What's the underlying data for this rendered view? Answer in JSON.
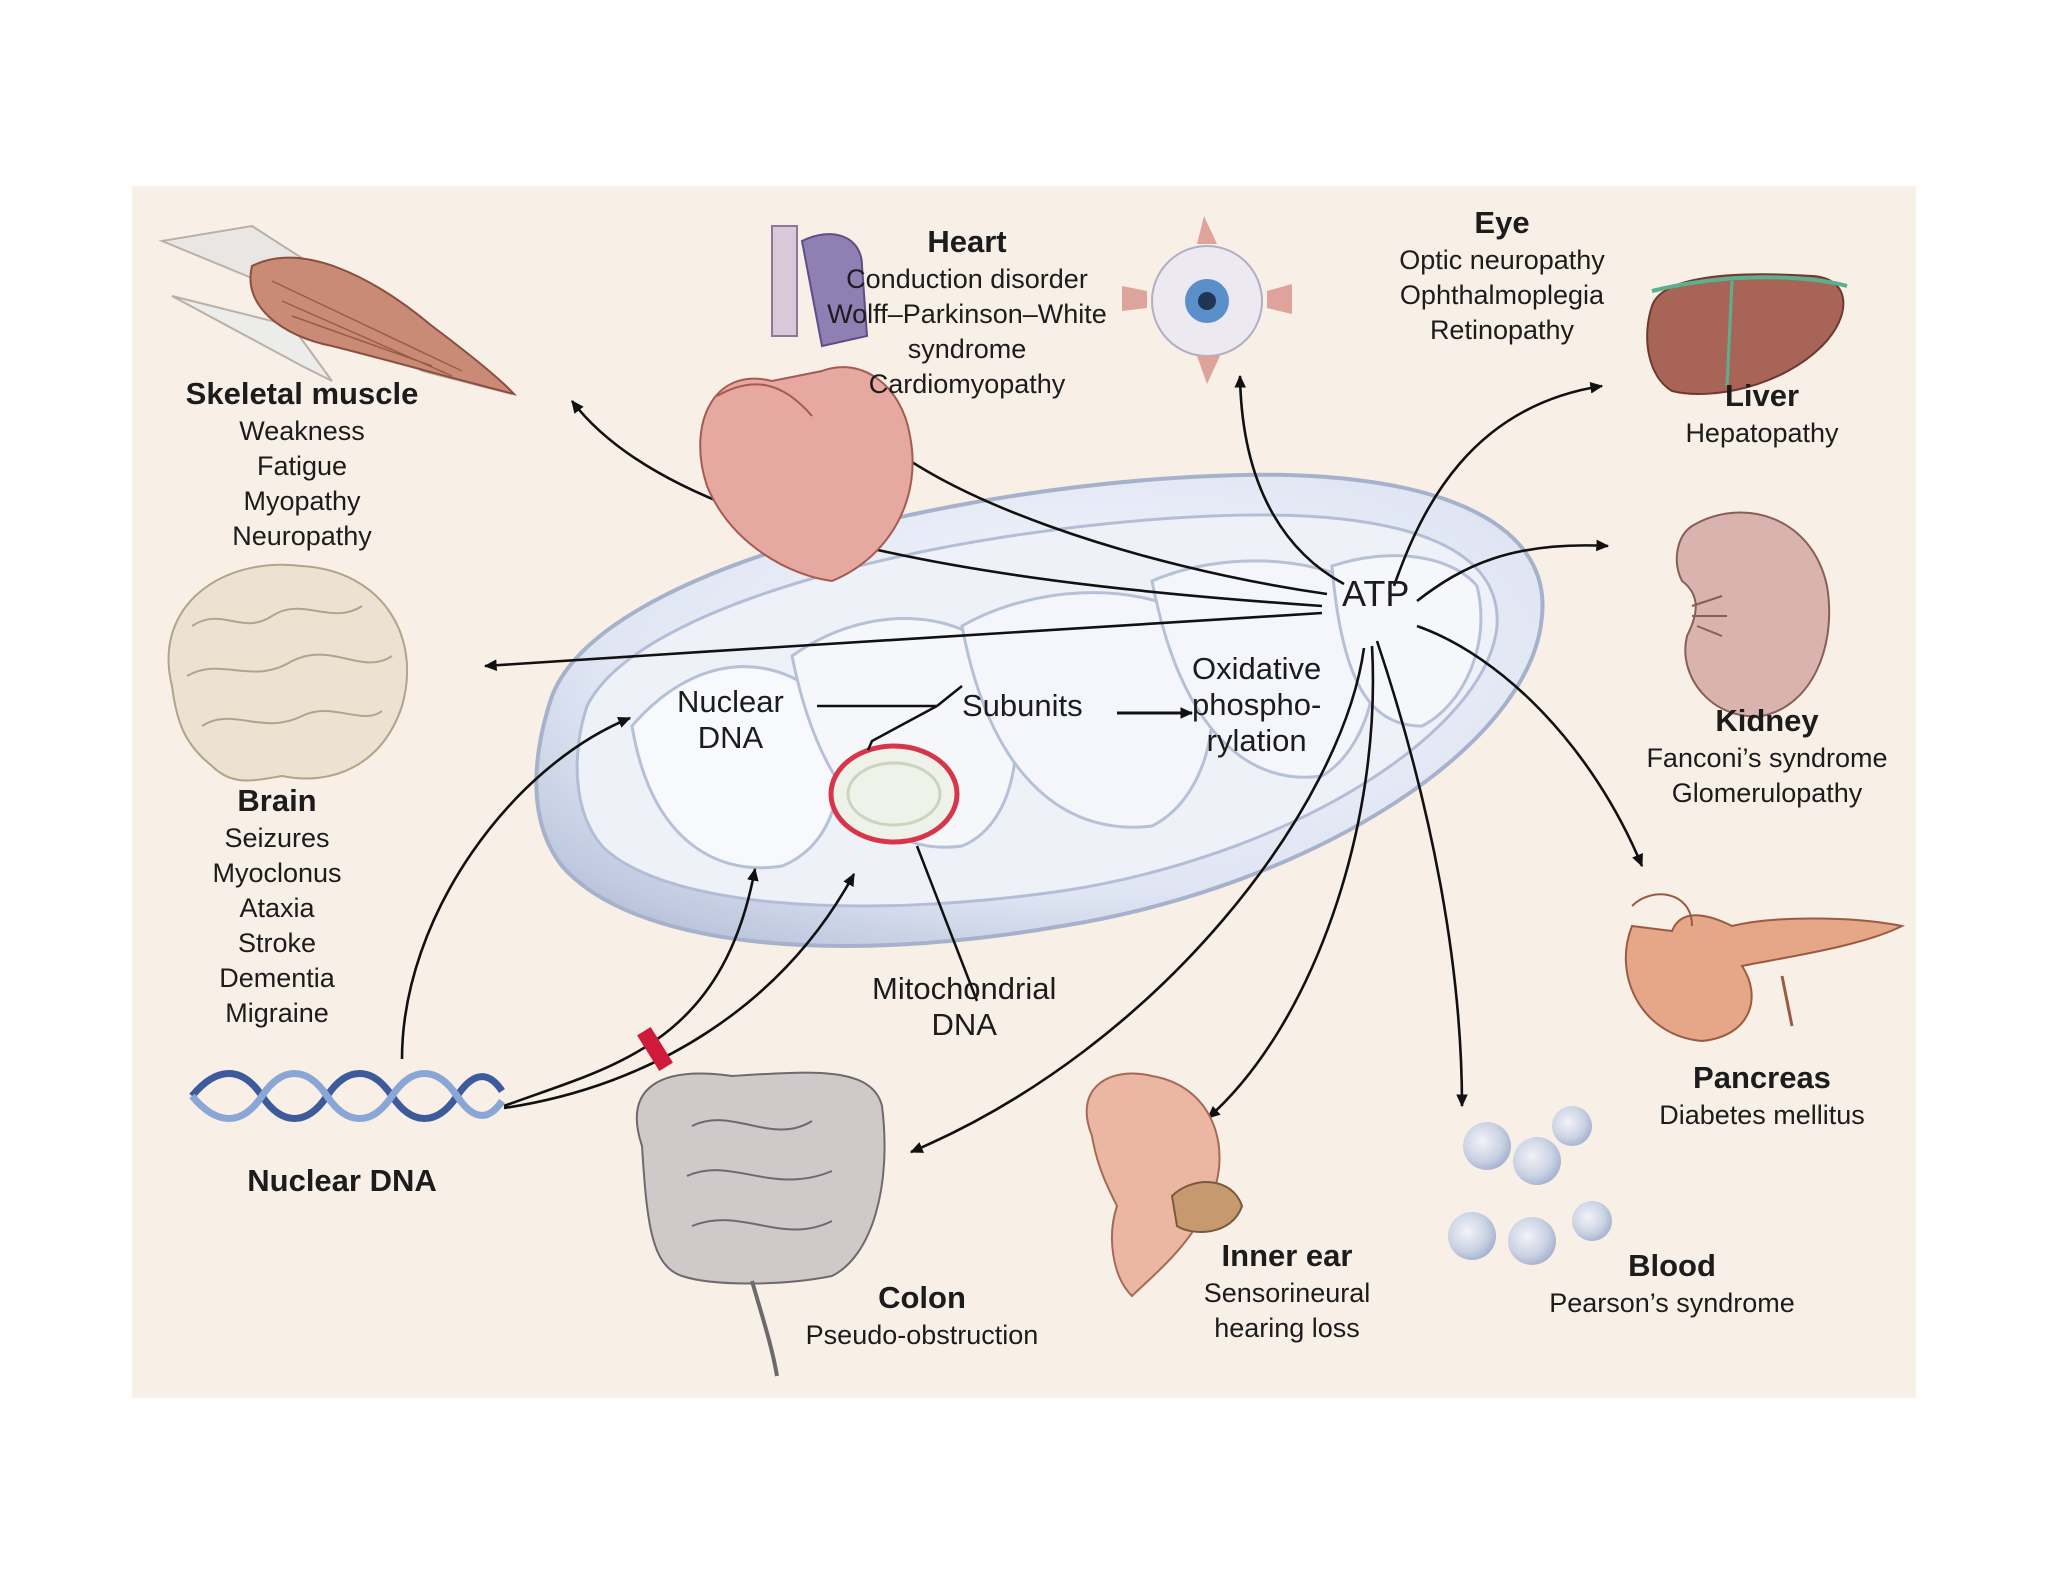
{
  "center": {
    "atp": "ATP",
    "nuclear_dna": [
      "Nuclear",
      "DNA"
    ],
    "subunits": "Subunits",
    "oxphos": [
      "Oxidative",
      "phospho-",
      "rylation"
    ],
    "mito_dna": [
      "Mitochondrial",
      "DNA"
    ]
  },
  "organs": {
    "skeletal_muscle": {
      "title": "Skeletal muscle",
      "items": [
        "Weakness",
        "Fatigue",
        "Myopathy",
        "Neuropathy"
      ]
    },
    "heart": {
      "title": "Heart",
      "items": [
        "Conduction disorder",
        "Wolff–Parkinson–White",
        "syndrome",
        "Cardiomyopathy"
      ]
    },
    "eye": {
      "title": "Eye",
      "items": [
        "Optic neuropathy",
        "Ophthalmoplegia",
        "Retinopathy"
      ]
    },
    "liver": {
      "title": "Liver",
      "items": [
        "Hepatopathy"
      ]
    },
    "brain": {
      "title": "Brain",
      "items": [
        "Seizures",
        "Myoclonus",
        "Ataxia",
        "Stroke",
        "Dementia",
        "Migraine"
      ]
    },
    "kidney": {
      "title": "Kidney",
      "items": [
        "Fanconi’s syndrome",
        "Glomerulopathy"
      ]
    },
    "pancreas": {
      "title": "Pancreas",
      "items": [
        "Diabetes mellitus"
      ]
    },
    "nuclear_dna": {
      "title": "Nuclear DNA",
      "items": []
    },
    "colon": {
      "title": "Colon",
      "items": [
        "Pseudo-obstruction"
      ]
    },
    "inner_ear": {
      "title": "Inner ear",
      "items": [
        "Sensorineural",
        "hearing loss"
      ]
    },
    "blood": {
      "title": "Blood",
      "items": [
        "Pearson’s syndrome"
      ]
    }
  },
  "colors": {
    "panel": "#f8efe6",
    "mitochondrion": "#dfe5f3",
    "mito_dna_ring": "#d6364a",
    "block_marker": "#d01a3a",
    "arrows": "#111111"
  }
}
